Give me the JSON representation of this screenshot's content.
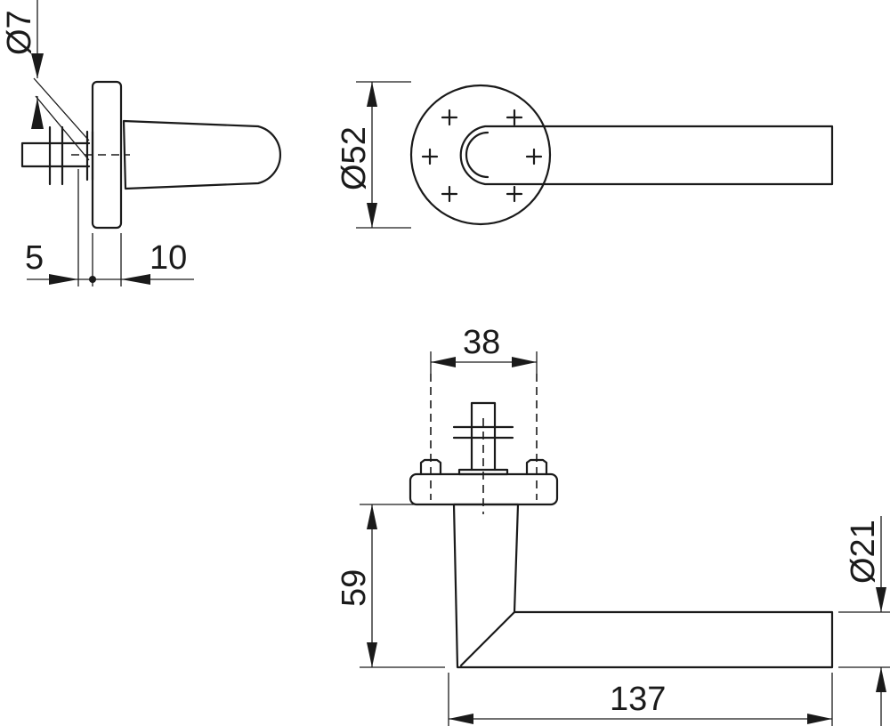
{
  "dimensions": {
    "spindle_diameter": "Ø7",
    "rosette_offset": "5",
    "rosette_thickness": "10",
    "rosette_diameter": "Ø52",
    "fixing_spacing": "38",
    "projection": "59",
    "handle_diameter": "Ø21",
    "handle_length": "137"
  }
}
